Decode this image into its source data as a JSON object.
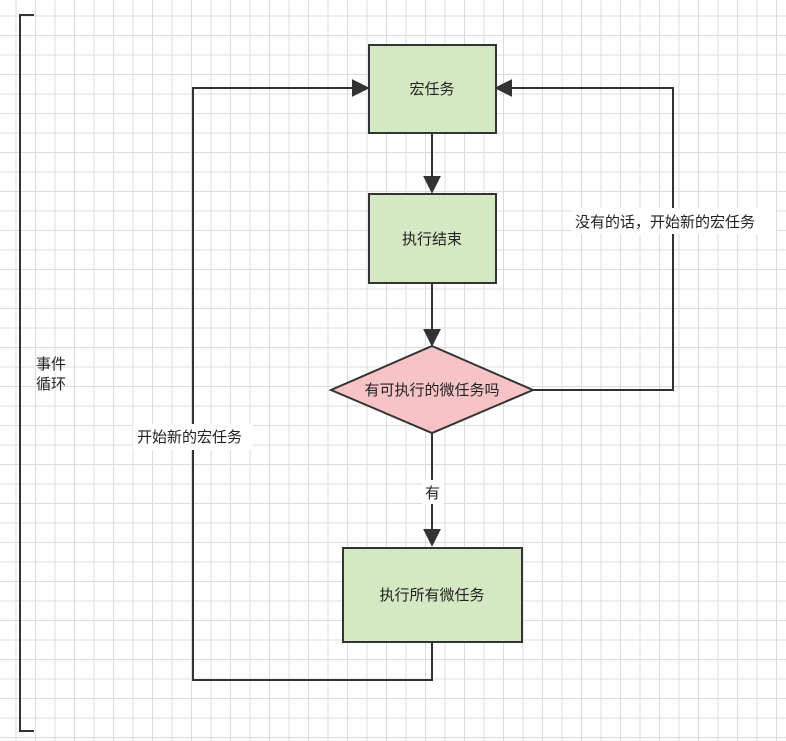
{
  "bracket_label": [
    "事件",
    "循环"
  ],
  "nodes": {
    "macro_task": "宏任务",
    "exec_done": "执行结束",
    "check_micro": "有可执行的微任务吗",
    "exec_micro": "执行所有微任务"
  },
  "edges": {
    "left_loop": "开始新的宏任务",
    "right_loop": "没有的话，开始新的宏任务",
    "yes": "有"
  },
  "colors": {
    "process_fill": "#d5e8c4",
    "decision_fill": "#f8c3c6",
    "stroke": "#333333",
    "grid": "#dcdcdc"
  }
}
